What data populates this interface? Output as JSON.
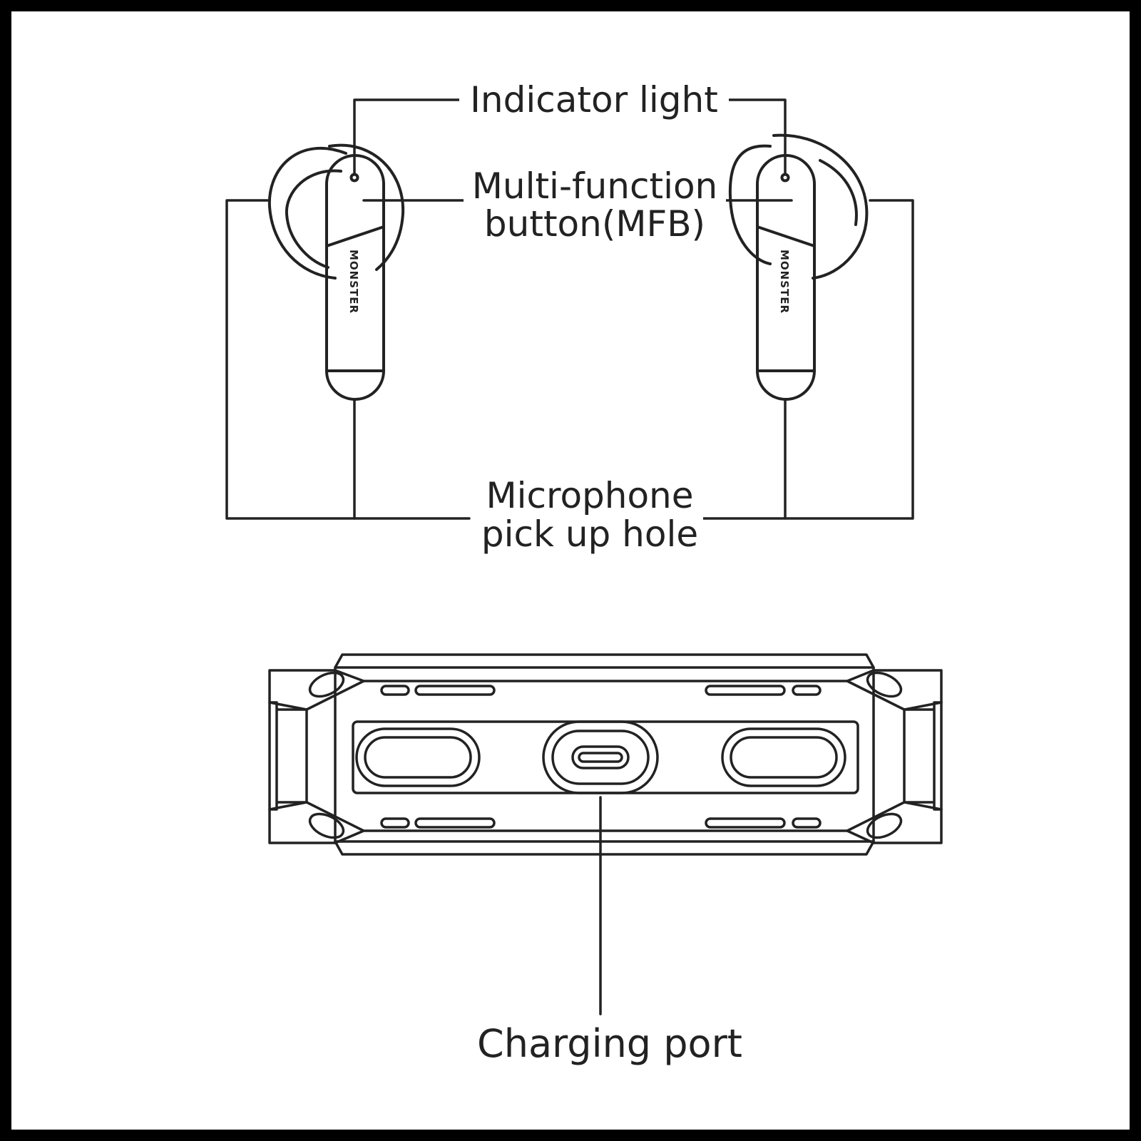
{
  "colors": {
    "line": "#222222",
    "background": "#ffffff",
    "border": "#000000"
  },
  "labels": {
    "indicator": "Indicator light",
    "mfb_line1": "Multi-function",
    "mfb_line2": "button(MFB)",
    "mic_line1": "Microphone",
    "mic_line2": "pick up hole",
    "charging": "Charging port"
  },
  "brand": "MONSTER"
}
